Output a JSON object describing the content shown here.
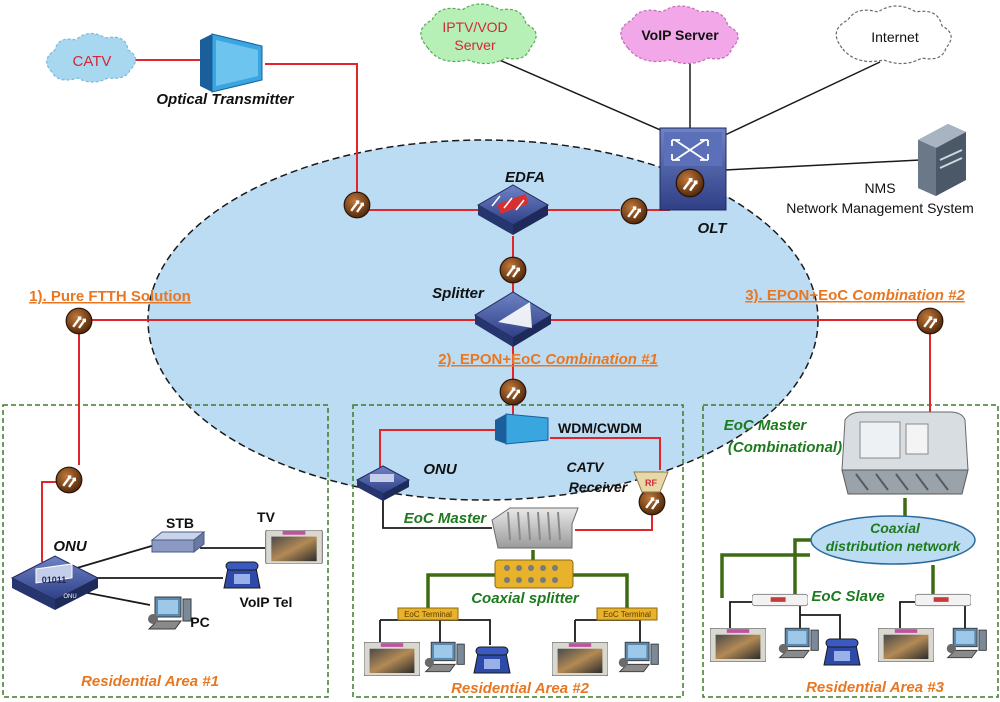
{
  "clouds": {
    "catv": "CATV",
    "iptv_line1": "IPTV/VOD",
    "iptv_line2": "Server",
    "voip_server": "VoIP Server",
    "internet": "Internet"
  },
  "core": {
    "optical_transmitter": "Optical Transmitter",
    "edfa": "EDFA",
    "olt": "OLT",
    "splitter": "Splitter",
    "nms_line1": "NMS",
    "nms_line2": "Network Management System"
  },
  "solutions": {
    "pure_ftth": "1). Pure FTTH Solution",
    "combo1_prefix": "2). EPON+EoC ",
    "combo1_italic": "Combination #1",
    "combo2_prefix": "3). EPON+EoC ",
    "combo2_italic": "Combination #2"
  },
  "area1": {
    "onu": "ONU",
    "onu_device_text": "01011",
    "onu_device_sub": "ONU",
    "stb": "STB",
    "tv": "TV",
    "voip_tel": "VoIP Tel",
    "pc": "PC",
    "title": "Residential Area #1"
  },
  "area2": {
    "wdm": "WDM/CWDM",
    "onu": "ONU",
    "catv_receiver_line1": "CATV",
    "catv_receiver_line2": "Receiver",
    "rf": "RF",
    "eoc_master": "EoC Master",
    "coaxial_splitter": "Coaxial splitter",
    "eoc_terminal_left": "EoC Terminal",
    "eoc_terminal_right": "EoC Terminal",
    "title": "Residential Area #2"
  },
  "area3": {
    "eoc_master_line1": "EoC Master",
    "eoc_master_line2": "(Combinational)",
    "coax_line1": "Coaxial",
    "coax_line2": "distribution network",
    "eoc_slave": "EoC Slave",
    "title": "Residential Area #3"
  },
  "colors": {
    "fiber": "#e0262b",
    "coax": "#3e6b12",
    "cable": "#1a1a1a",
    "ellipse": "#bcdcf4",
    "orange_label": "#e87722",
    "green_label": "#1e7a1e",
    "dashed_border": "#3f7a2a"
  }
}
